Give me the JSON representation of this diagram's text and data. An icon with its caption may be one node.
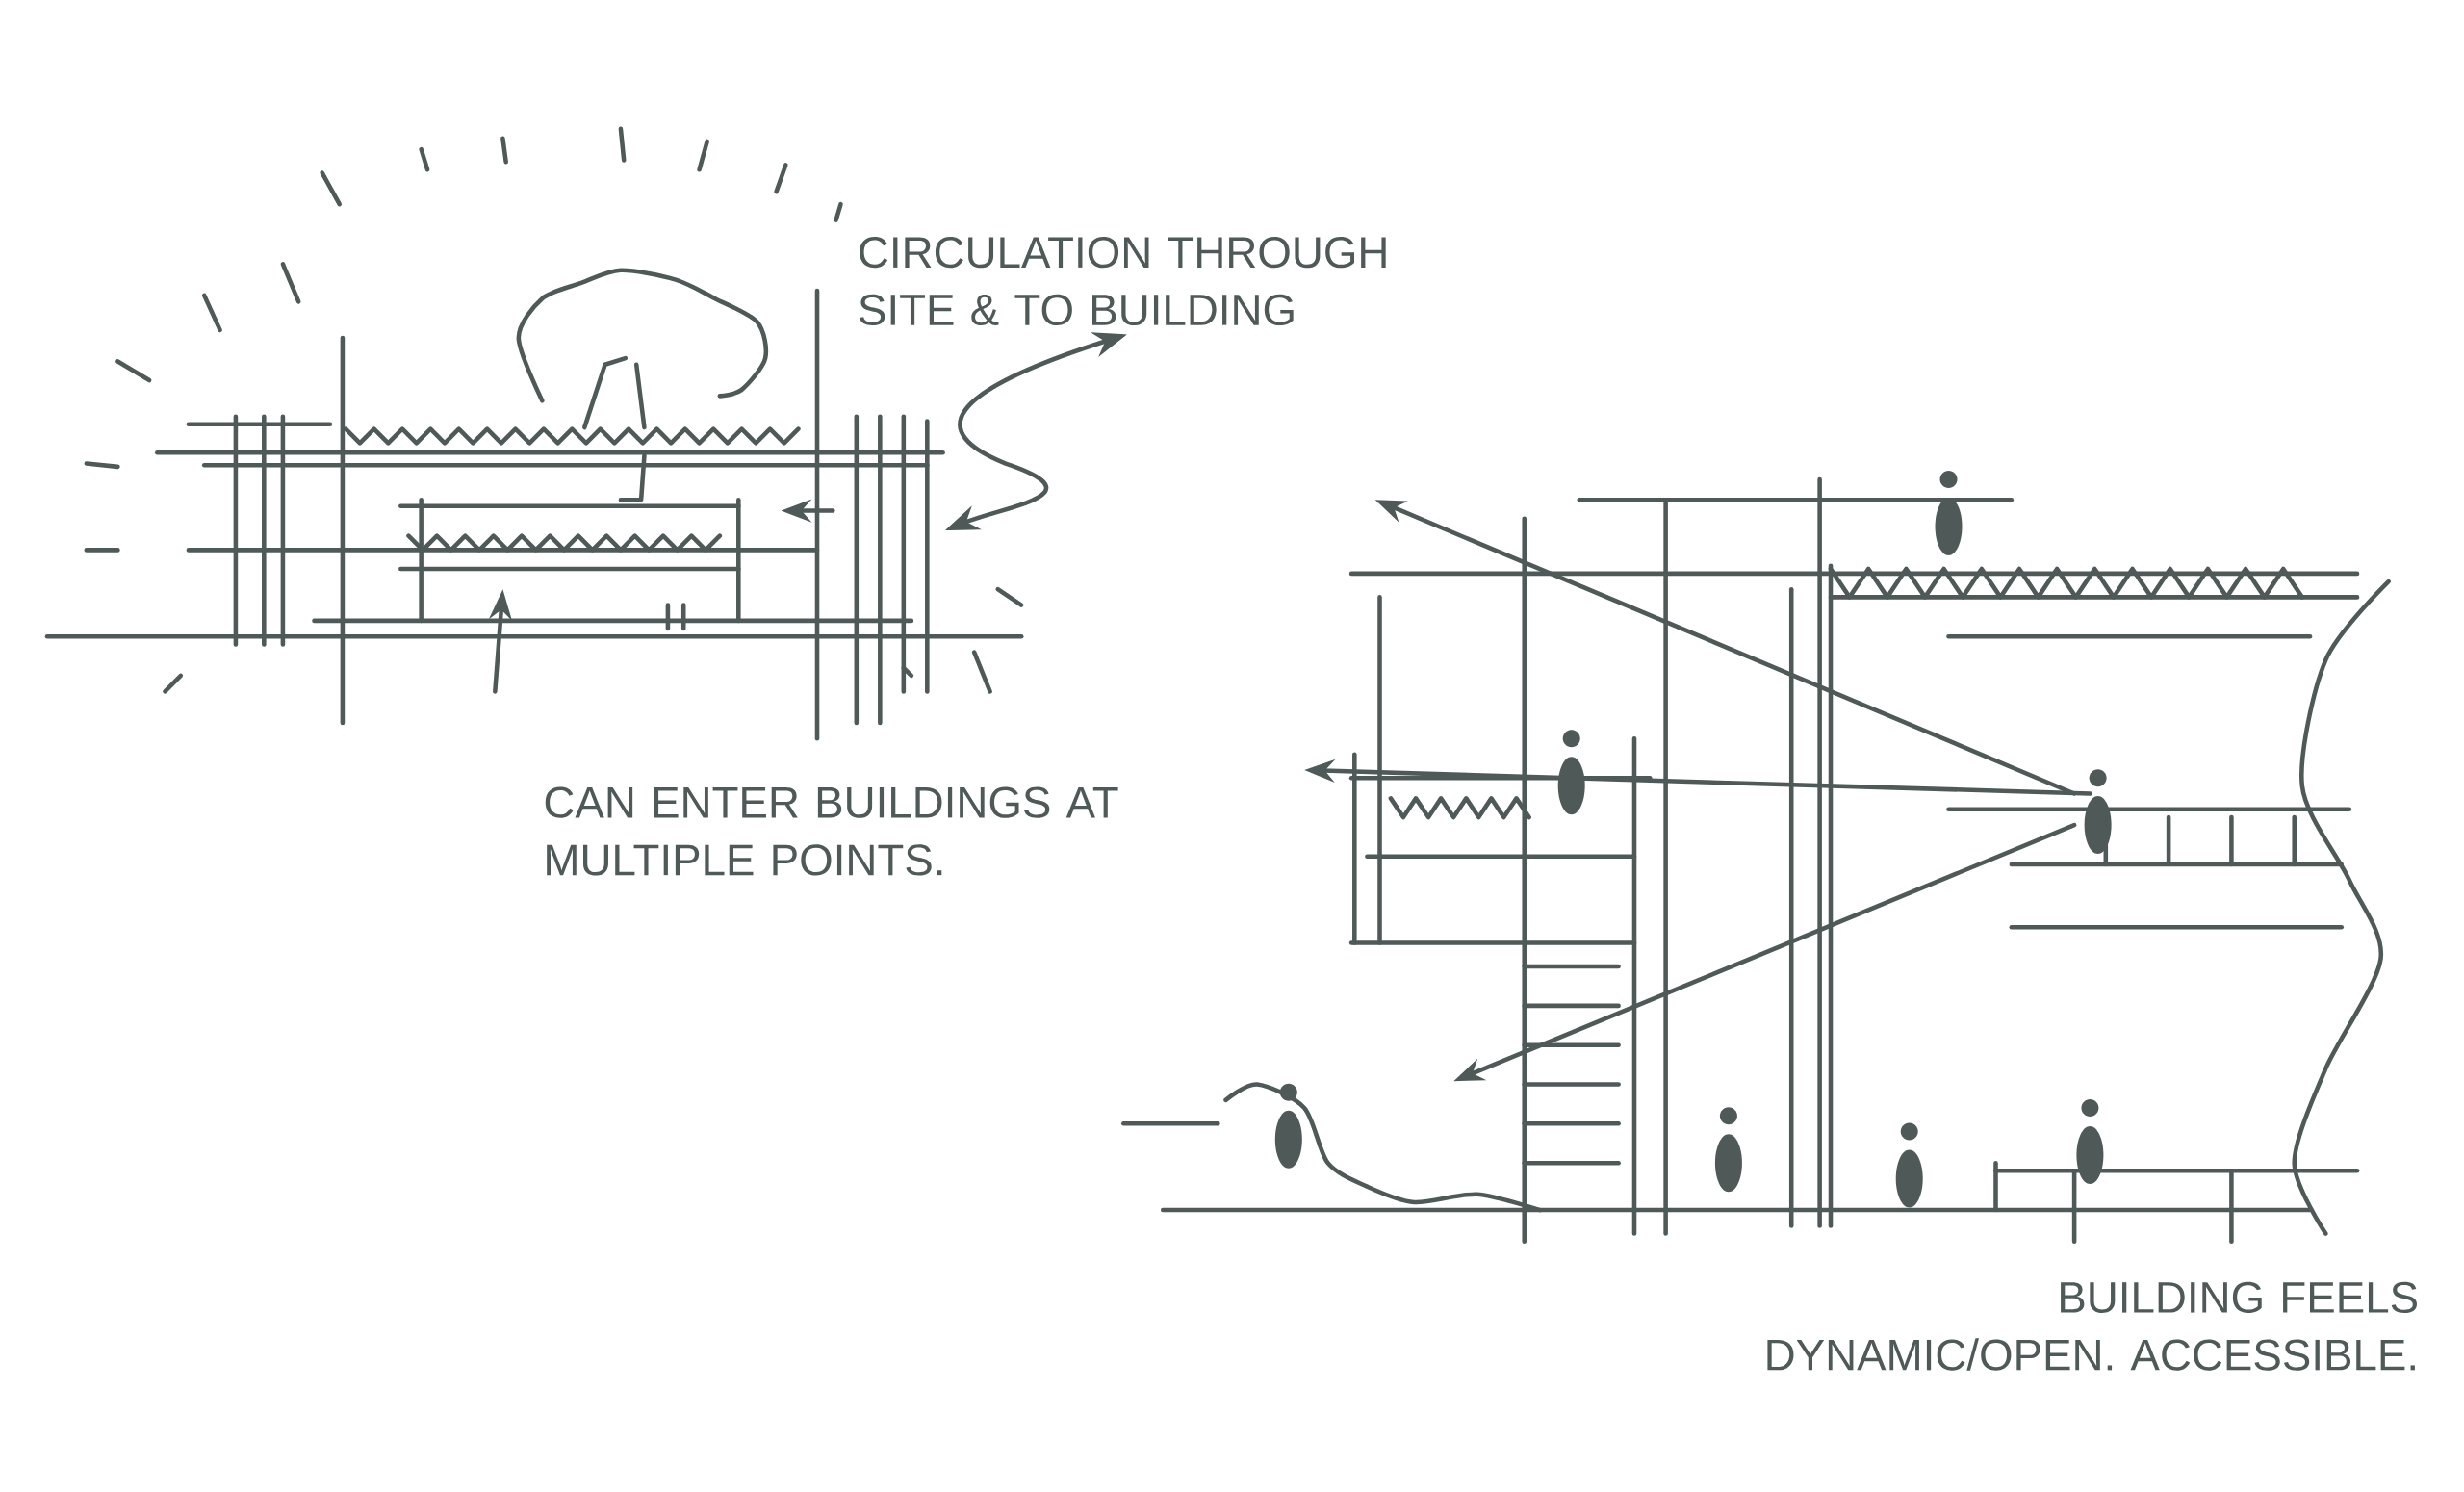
{
  "diagram": {
    "nodes": [
      {
        "text": [
          "CIRCULATION THROUGH SITE & TO BUILDING"
        ]
      },
      {
        "text": [],
        "shape": "picture"
      }
    ],
    "edges": [
      {
        "from": 0,
        "to": 1,
        "arrow": "both"
      }
    ],
    "labels": [
      "CAN ENTER BUILDINGS AT MULTIPLE POINTS.",
      "BUILDING FEELS DYNAMIC/OPEN. ACCESSIBLE."
    ]
  }
}
